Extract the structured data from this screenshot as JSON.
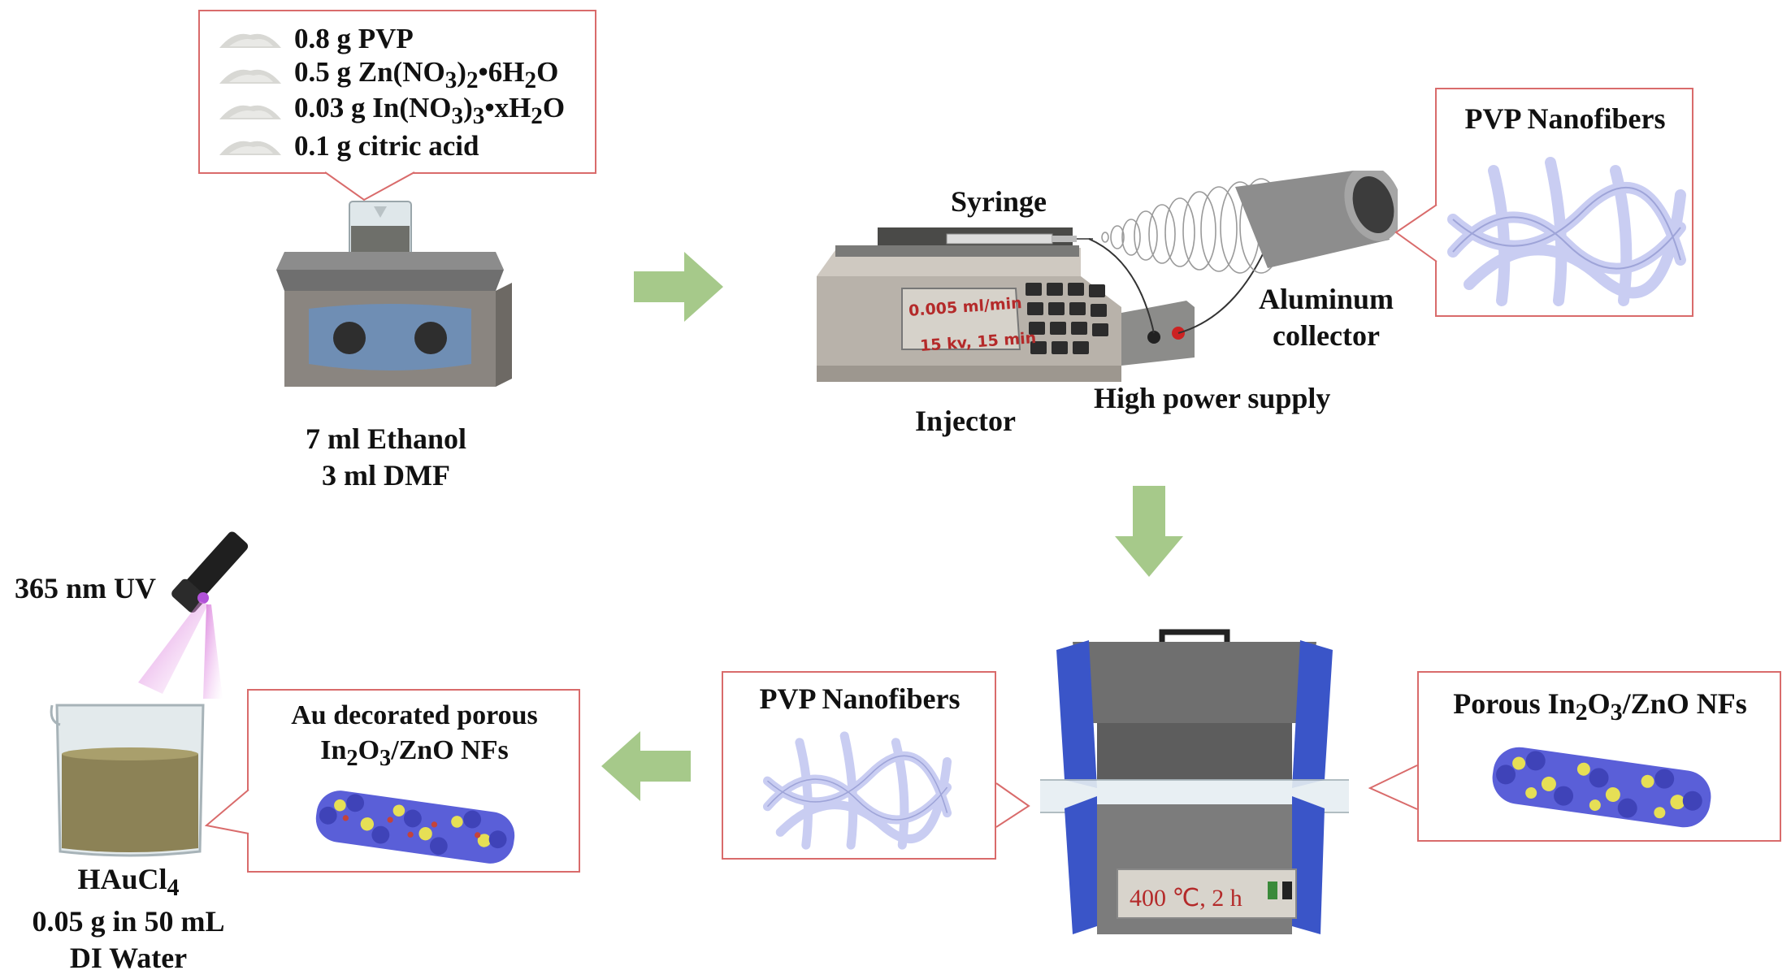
{
  "reagents": {
    "items": [
      {
        "pre": "0.8 g PVP",
        "parts": []
      },
      {
        "pre": "0.5 g Zn(NO",
        "parts": [
          {
            "sub": "3"
          },
          {
            "txt": ")"
          },
          {
            "sub": "2"
          },
          {
            "txt": "•6H"
          },
          {
            "sub": "2"
          },
          {
            "txt": "O"
          }
        ]
      },
      {
        "pre": "0.03 g In(NO",
        "parts": [
          {
            "sub": "3"
          },
          {
            "txt": ")"
          },
          {
            "sub": "3"
          },
          {
            "txt": "•xH"
          },
          {
            "sub": "2"
          },
          {
            "txt": "O"
          }
        ]
      },
      {
        "pre": "0.1 g citric acid",
        "parts": []
      }
    ]
  },
  "solvent": {
    "line1": "7 ml Ethanol",
    "line2": "3 ml DMF"
  },
  "electrospinning": {
    "syringe_label": "Syringe",
    "display_rate": "0.005 ml/min",
    "display_volt": "15 kv, 15 min",
    "injector_label": "Injector",
    "power_label": "High power supply",
    "collector_label_1": "Aluminum",
    "collector_label_2": "collector"
  },
  "nanofiber_box_top": {
    "title": "PVP Nanofibers"
  },
  "furnace": {
    "display": "400 ℃, 2 h",
    "input_box_title": "PVP Nanofibers",
    "output_box_title_pre": "Porous In",
    "output_box_title_post": "/ZnO NFs"
  },
  "uv": {
    "label": "365 nm UV"
  },
  "product_box": {
    "line1": "Au decorated porous",
    "line2_pre": "In",
    "line2_post": "/ZnO NFs"
  },
  "beaker": {
    "line1_pre": "HAuCl",
    "line1_sub": "4",
    "line2": "0.05 g in 50 mL",
    "line3": "DI Water"
  },
  "colors": {
    "arrow": "#a6c98a",
    "box_border": "#d96b6b",
    "fiber": "#c9cdf2",
    "cluster_blue": "#5a5fd8",
    "cluster_yellow": "#e6df55",
    "furnace_blue": "#3a55c8"
  }
}
